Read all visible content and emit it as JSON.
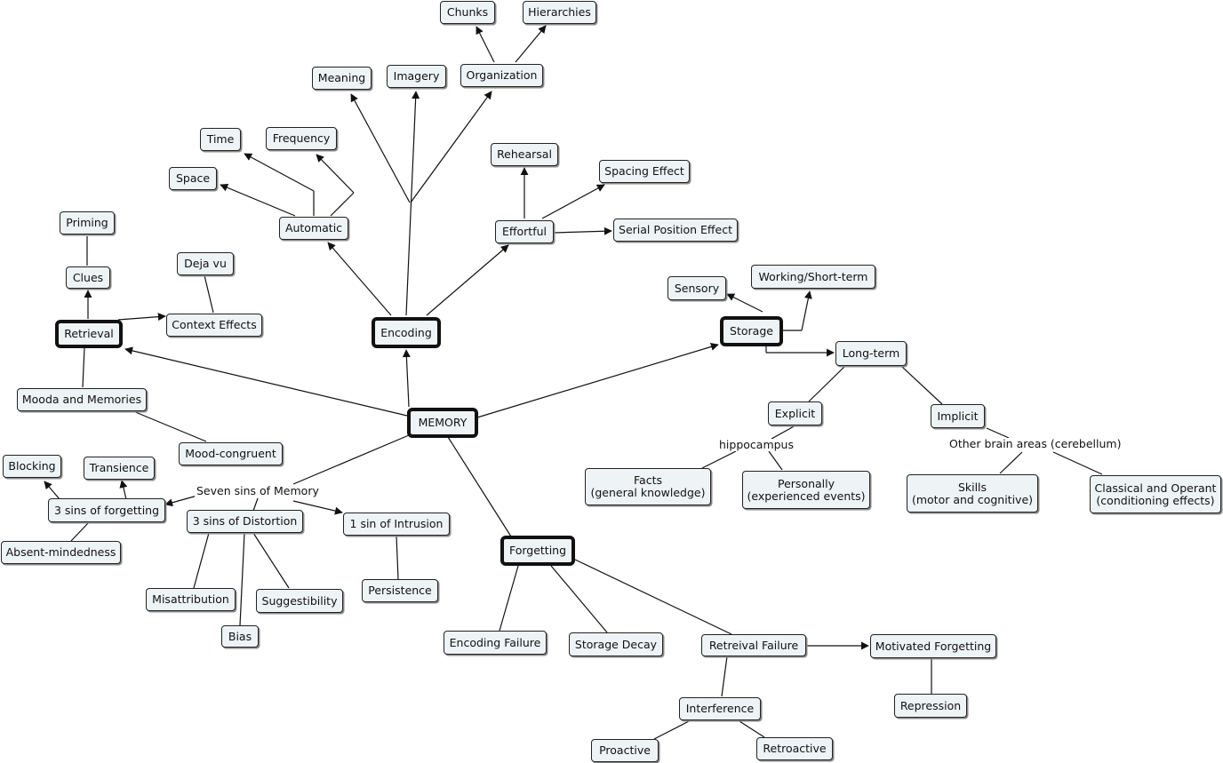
{
  "colors": {
    "node_fill": "#eef3f6",
    "border": "#222222",
    "line": "#111111"
  },
  "nodes": {
    "memory": "MEMORY",
    "encoding": "Encoding",
    "retrieval": "Retrieval",
    "storage": "Storage",
    "forgetting": "Forgetting",
    "chunks": "Chunks",
    "hierarchies": "Hierarchies",
    "organization": "Organization",
    "meaning": "Meaning",
    "imagery": "Imagery",
    "time": "Time",
    "frequency": "Frequency",
    "space": "Space",
    "automatic": "Automatic",
    "rehearsal": "Rehearsal",
    "spacing_effect": "Spacing Effect",
    "effortful": "Effortful",
    "serial_position_effect": "Serial Position Effect",
    "priming": "Priming",
    "clues": "Clues",
    "deja_vu": "Deja vu",
    "context_effects": "Context Effects",
    "sensory": "Sensory",
    "working_short_term": "Working/Short-term",
    "long_term": "Long-term",
    "explicit": "Explicit",
    "implicit": "Implicit",
    "facts_1": "Facts",
    "facts_2": "(general knowledge)",
    "personally_1": "Personally",
    "personally_2": "(experienced events)",
    "skills_1": "Skills",
    "skills_2": "(motor and cognitive)",
    "classical_1": "Classical and Operant",
    "classical_2": "(conditioning effects)",
    "mooda_memories": "Mooda and Memories",
    "mood_congruent": "Mood-congruent",
    "blocking": "Blocking",
    "transience": "Transience",
    "three_sins_forgetting": "3 sins of forgetting",
    "absent_mindedness": "Absent-mindedness",
    "three_sins_distortion": "3 sins of Distortion",
    "one_sin_intrusion": "1 sin of Intrusion",
    "persistence": "Persistence",
    "misattribution": "Misattribution",
    "suggestibility": "Suggestibility",
    "bias": "Bias",
    "encoding_failure": "Encoding Failure",
    "storage_decay": "Storage Decay",
    "retreival_failure": "Retreival Failure",
    "motivated_forgetting": "Motivated Forgetting",
    "repression": "Repression",
    "interference": "Interference",
    "proactive": "Proactive",
    "retroactive": "Retroactive"
  },
  "link_labels": {
    "seven_sins": "Seven sins of Memory",
    "hippocampus": "hippocampus",
    "other_brain_areas": "Other brain areas (cerebellum)"
  }
}
